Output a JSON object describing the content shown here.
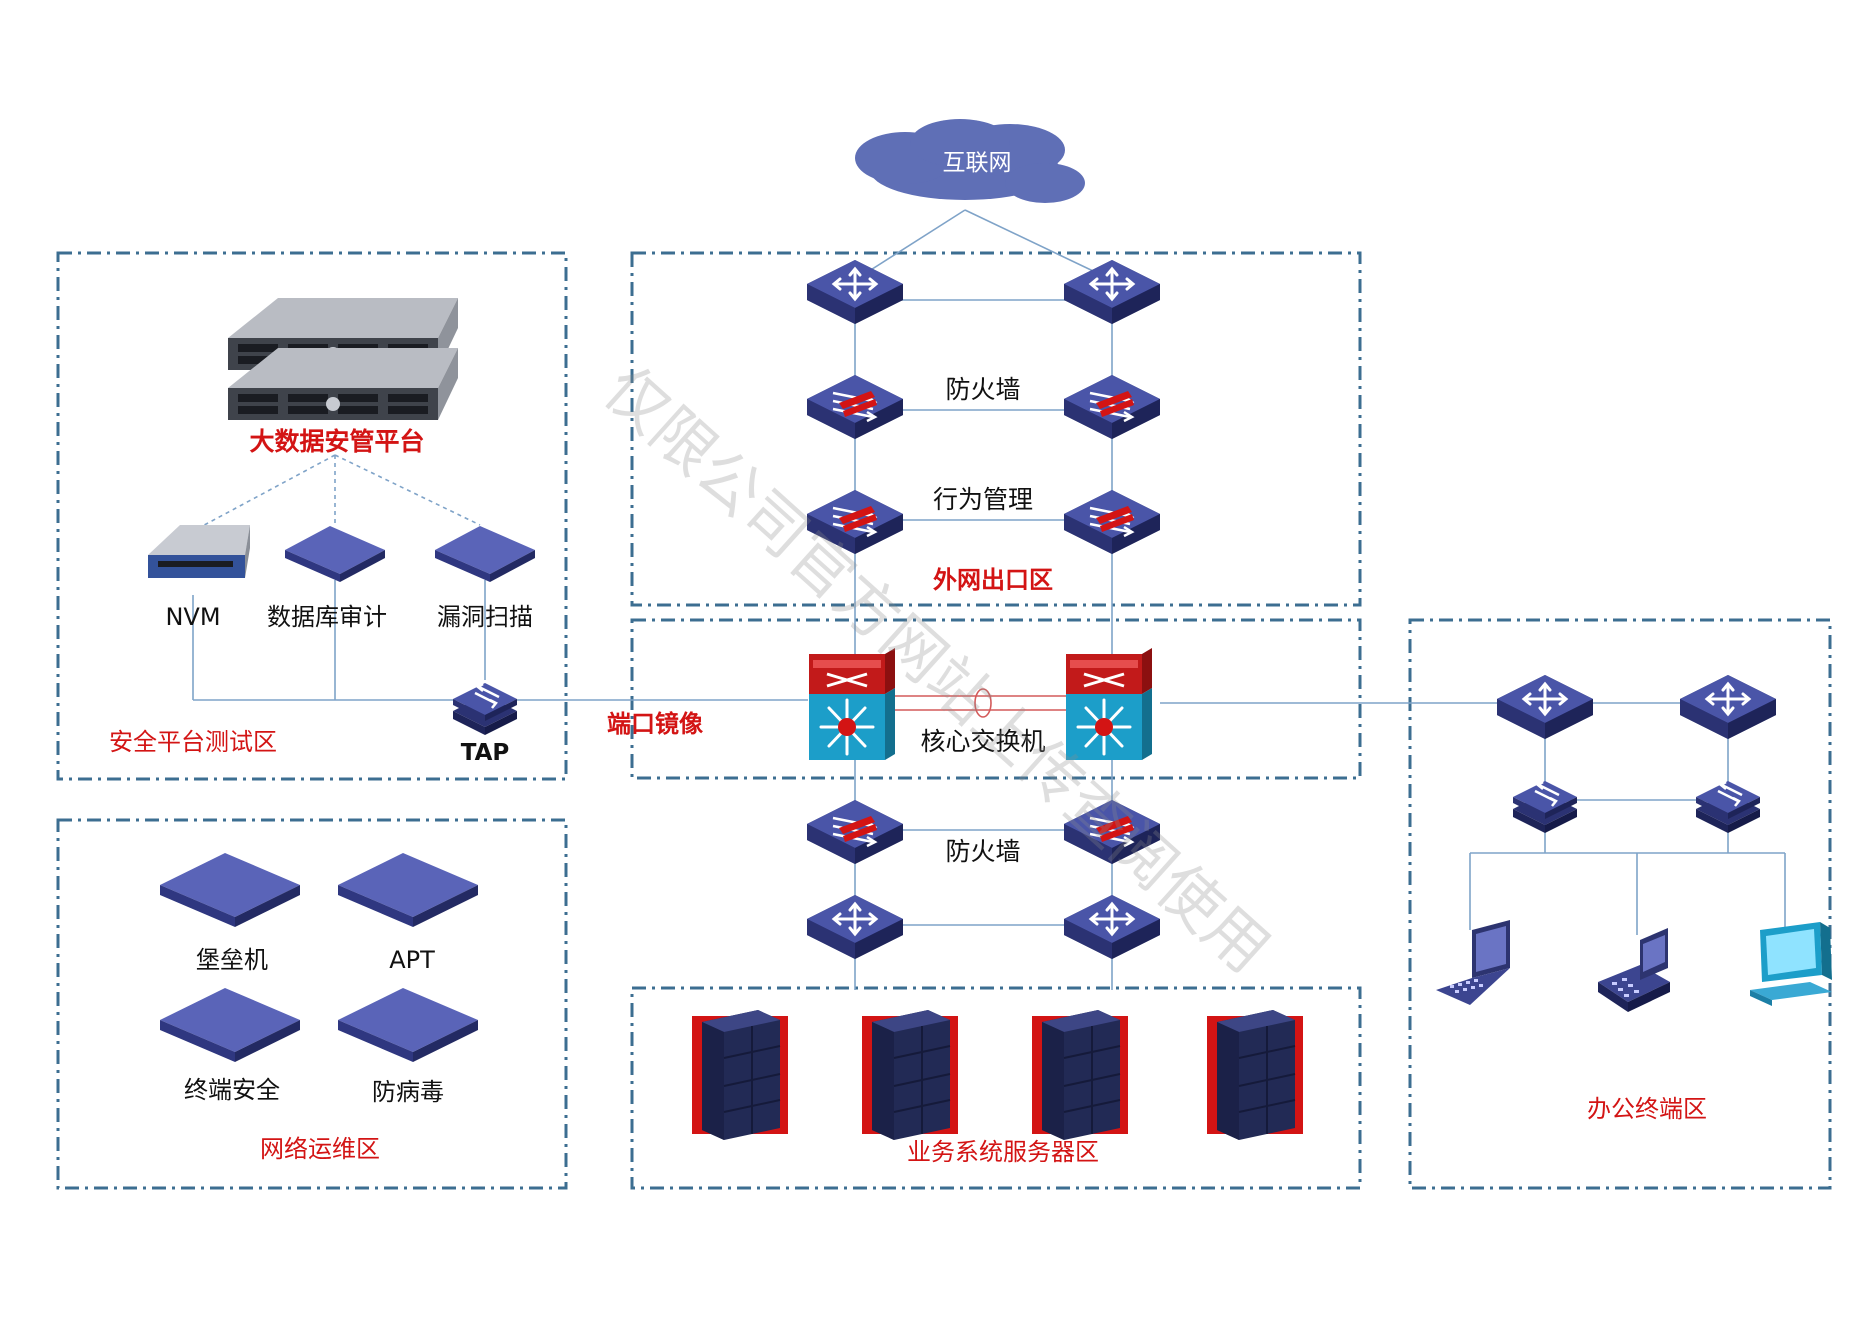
{
  "cloud": {
    "label": "互联网"
  },
  "zones": {
    "security_test": "安全平台测试区",
    "network_ops": "网络运维区",
    "outer_exit": "外网出口区",
    "business_servers": "业务系统服务器区",
    "office_terminals": "办公终端区"
  },
  "labels": {
    "bigdata_platform": "大数据安管平台",
    "nvm": "NVM",
    "db_audit": "数据库审计",
    "vuln_scan": "漏洞扫描",
    "tap": "TAP",
    "port_mirror": "端口镜像",
    "firewall_top": "防火墙",
    "behavior_mgmt": "行为管理",
    "core_switch": "核心交换机",
    "firewall_bottom": "防火墙",
    "bastion": "堡垒机",
    "apt": "APT",
    "endpoint_security": "终端安全",
    "antivirus": "防病毒"
  },
  "watermark": "仅限公司官方网站上传查阅使用",
  "colors": {
    "zone_border": "#3c6e91",
    "link": "#7fa3c8",
    "device_dark": "#2d3470",
    "device_mid": "#3c4590",
    "device_light": "#6a74c4",
    "cloud": "#5f6fb6",
    "accent_red": "#d31414",
    "core_cyan": "#1c9ec9"
  }
}
